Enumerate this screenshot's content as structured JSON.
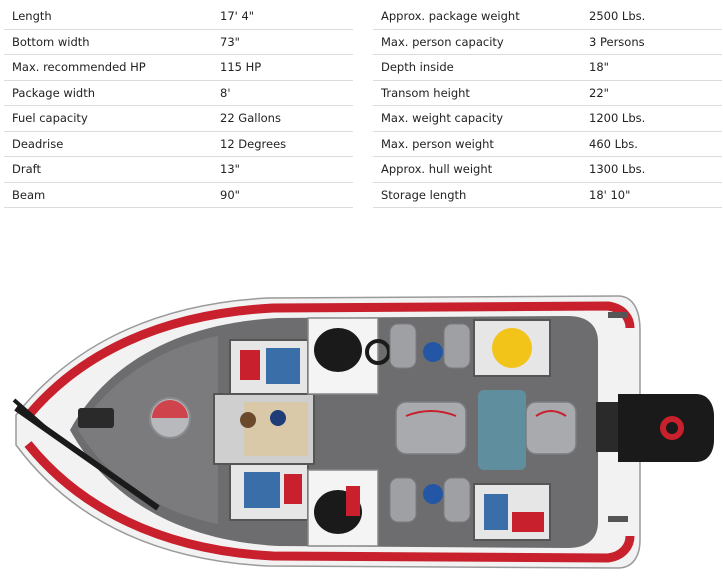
{
  "specs": {
    "left": [
      {
        "label": "Length",
        "value": "17' 4\""
      },
      {
        "label": "Bottom width",
        "value": "73\""
      },
      {
        "label": "Max. recommended HP",
        "value": "115 HP"
      },
      {
        "label": "Package width",
        "value": "8'"
      },
      {
        "label": "Fuel capacity",
        "value": "22 Gallons"
      },
      {
        "label": "Deadrise",
        "value": "12 Degrees"
      },
      {
        "label": "Draft",
        "value": "13\""
      },
      {
        "label": "Beam",
        "value": "90\""
      }
    ],
    "right": [
      {
        "label": "Approx. package weight",
        "value": "2500 Lbs."
      },
      {
        "label": "Max. person capacity",
        "value": "3 Persons"
      },
      {
        "label": "Depth inside",
        "value": "18\""
      },
      {
        "label": "Transom height",
        "value": "22\""
      },
      {
        "label": "Max. weight capacity",
        "value": "1200 Lbs."
      },
      {
        "label": "Max. person weight",
        "value": "460 Lbs."
      },
      {
        "label": "Approx. hull weight",
        "value": "1300 Lbs."
      },
      {
        "label": "Storage length",
        "value": "18' 10\""
      }
    ]
  },
  "colors": {
    "hull_red": "#c8202c",
    "hull_white": "#f2f2f2",
    "deck_carpet": "#6d6d70",
    "seat_grey": "#9ea0a4",
    "motor_black": "#1a1a1a"
  }
}
